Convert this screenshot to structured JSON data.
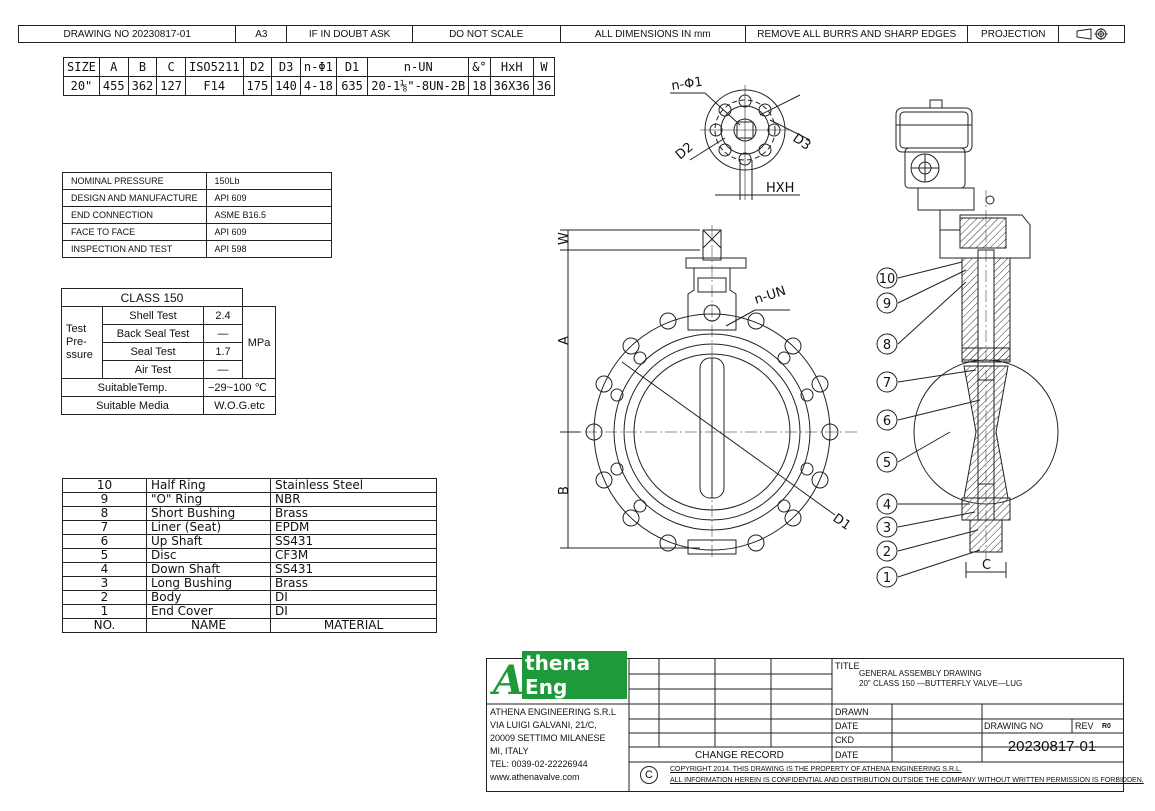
{
  "header": {
    "drawing_no": "DRAWING NO 20230817-01",
    "sheet": "A3",
    "if_doubt": "IF IN DOUBT ASK",
    "scale": "DO NOT SCALE",
    "dims": "ALL DIMENSIONS IN mm",
    "burrs": "REMOVE ALL BURRS AND SHARP EDGES",
    "projection": "PROJECTION"
  },
  "size_table": {
    "headers": [
      "SIZE",
      "A",
      "B",
      "C",
      "ISO5211",
      "D2",
      "D3",
      "n-Φ1",
      "D1",
      "n-UN",
      "&°",
      "HxH",
      "W"
    ],
    "values": [
      "20\"",
      "455",
      "362",
      "127",
      "F14",
      "175",
      "140",
      "4-18",
      "635",
      "20-1⅛\"-8UN-2B",
      "18",
      "36X36",
      "36"
    ]
  },
  "spec_table": [
    {
      "label": "NOMINAL PRESSURE",
      "value": "150Lb"
    },
    {
      "label": "DESIGN AND MANUFACTURE",
      "value": "API 609"
    },
    {
      "label": "END CONNECTION",
      "value": "ASME B16.5"
    },
    {
      "label": "FACE TO FACE",
      "value": "API 609"
    },
    {
      "label": "INSPECTION AND TEST",
      "value": "API 598"
    }
  ],
  "test_table": {
    "class": "CLASS 150",
    "test_pressure": "Test Pre- ssure",
    "rows": [
      {
        "name": "Shell Test",
        "value": "2.4"
      },
      {
        "name": "Back Seal Test",
        "value": "—"
      },
      {
        "name": "Seal Test",
        "value": "1.7"
      },
      {
        "name": "Air Test",
        "value": "—"
      }
    ],
    "unit": "MPa",
    "temp_label": "SuitableTemp.",
    "temp_value": "−29~100 ℃",
    "media_label": "Suitable Media",
    "media_value": "W.O.G.etc"
  },
  "parts": [
    {
      "no": "10",
      "name": "Half Ring",
      "material": "Stainless Steel"
    },
    {
      "no": "9",
      "name": "\"O\" Ring",
      "material": "NBR"
    },
    {
      "no": "8",
      "name": "Short Bushing",
      "material": "Brass"
    },
    {
      "no": "7",
      "name": "Liner (Seat)",
      "material": "EPDM"
    },
    {
      "no": "6",
      "name": "Up Shaft",
      "material": "SS431"
    },
    {
      "no": "5",
      "name": "Disc",
      "material": "CF3M"
    },
    {
      "no": "4",
      "name": "Down Shaft",
      "material": "SS431"
    },
    {
      "no": "3",
      "name": "Long Bushing",
      "material": "Brass"
    },
    {
      "no": "2",
      "name": "Body",
      "material": "DI"
    },
    {
      "no": "1",
      "name": "End Cover",
      "material": "DI"
    }
  ],
  "parts_header": {
    "no": "NO.",
    "name": "NAME",
    "material": "MATERIAL"
  },
  "drawing_labels": {
    "n_phi1": "n-Φ1",
    "d2": "D2",
    "d3": "D3",
    "hxh": "HXH",
    "w": "W",
    "a": "A",
    "b": "B",
    "n_un": "n-UN",
    "d1": "D1",
    "c": "C",
    "balloons": [
      "10",
      "9",
      "8",
      "7",
      "6",
      "5",
      "4",
      "3",
      "2",
      "1"
    ]
  },
  "title_block": {
    "logo_text": "thena Eng",
    "logo_letter": "A",
    "company": "ATHENA ENGINEERING S.R.L",
    "address1": "VIA LUIGI GALVANI, 21/C,",
    "address2": "20009 SETTIMO MILANESE",
    "address3": "MI, ITALY",
    "tel": "TEL: 0039-02-22226944",
    "web": "www.athenavalve.com",
    "change_record": "CHANGE RECORD",
    "title_label": "TITLE",
    "title1": "GENERAL ASSEMBLY DRAWING",
    "title2": "20\" CLASS 150 —BUTTERFLY VALVE—LUG",
    "drawn": "DRAWN",
    "date": "DATE",
    "ckd": "CKD",
    "date2": "DATE",
    "drawing_no_label": "DRAWING NO",
    "rev_label": "REV",
    "rev_value": "R0",
    "drawing_no": "20230817-01",
    "copyright_symbol": "C",
    "copyright1": "COPYRIGHT 2014. THIS DRAWING IS THE PROPERTY OF ATHENA ENGINEERING S.R.L.",
    "copyright2": "ALL INFORMATION HEREIN IS CONFIDENTIAL AND DISTRIBUTION OUTSIDE THE COMPANY WITHOUT WRITTEN PERMISSION IS FORBIDDEN."
  },
  "colors": {
    "logo_green": "#1f9a3a",
    "line": "#222222"
  }
}
